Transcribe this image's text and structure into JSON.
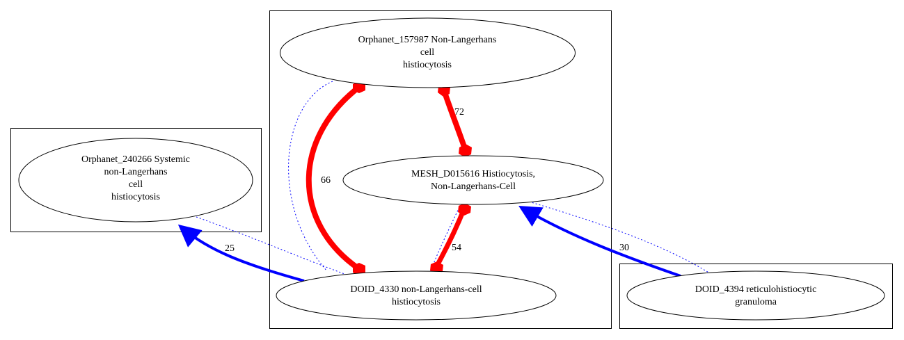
{
  "nodes": {
    "orphanet_157987": {
      "lines": [
        "Orphanet_157987 Non-Langerhans",
        "cell",
        "histiocytosis"
      ]
    },
    "orphanet_240266": {
      "lines": [
        "Orphanet_240266 Systemic",
        "non-Langerhans",
        "cell",
        "histiocytosis"
      ]
    },
    "mesh_d015616": {
      "lines": [
        "MESH_D015616 Histiocytosis,",
        "Non-Langerhans-Cell"
      ]
    },
    "doid_4330": {
      "lines": [
        "DOID_4330 non-Langerhans-cell",
        "histiocytosis"
      ]
    },
    "doid_4394": {
      "lines": [
        "DOID_4394 reticulohistiocytic",
        "granuloma"
      ]
    }
  },
  "edges": {
    "e_157987_4330": {
      "label": "66",
      "color": "#ff0000"
    },
    "e_157987_mesh": {
      "label": "72",
      "color": "#ff0000"
    },
    "e_mesh_4330": {
      "label": "54",
      "color": "#ff0000"
    },
    "e_4330_240266": {
      "label": "25",
      "color": "#0000ff"
    },
    "e_4394_mesh": {
      "label": "30",
      "color": "#0000ff"
    }
  },
  "colors": {
    "strong_edge": "#ff0000",
    "weak_edge": "#0000ff",
    "dotted_edge": "#0000ff",
    "outline": "#000000"
  }
}
